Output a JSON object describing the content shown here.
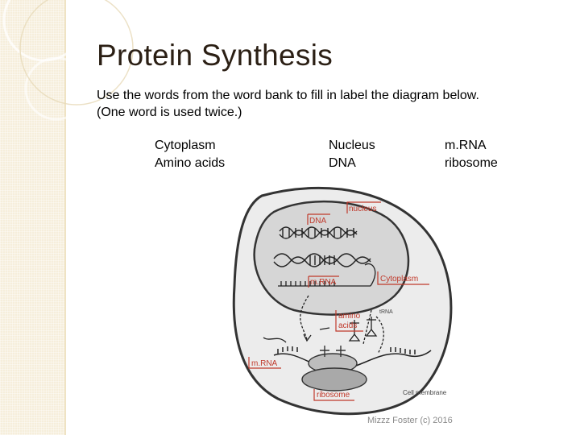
{
  "slide": {
    "title": "Protein Synthesis",
    "instructions": [
      "Use the words from the word bank to fill in label the diagram below.",
      "(One word is used twice.)"
    ],
    "word_bank": {
      "col1": [
        "Cytoplasm",
        "Amino acids"
      ],
      "col2": [
        "Nucleus",
        "DNA"
      ],
      "col3": [
        "m.RNA",
        "ribosome"
      ]
    },
    "credit": "Mizzz Foster (c) 2016"
  },
  "diagram": {
    "labels": {
      "nucleus": "nucleus",
      "dna": "DNA",
      "mrna_nucleus": "m.RNA",
      "cytoplasm": "Cytoplasm",
      "amino_acids_1": "amino",
      "amino_acids_2": "acids",
      "trna": "tRNA",
      "mrna_cytoplasm": "m.RNA",
      "ribosome": "ribosome",
      "cell_membrane": "Cell membrane"
    },
    "colors": {
      "label_text": "#c0392b",
      "label_line": "#c0392b",
      "nucleus_fill": "#d6d6d6",
      "cytoplasm_fill": "#ececec",
      "outline": "#333333"
    }
  }
}
